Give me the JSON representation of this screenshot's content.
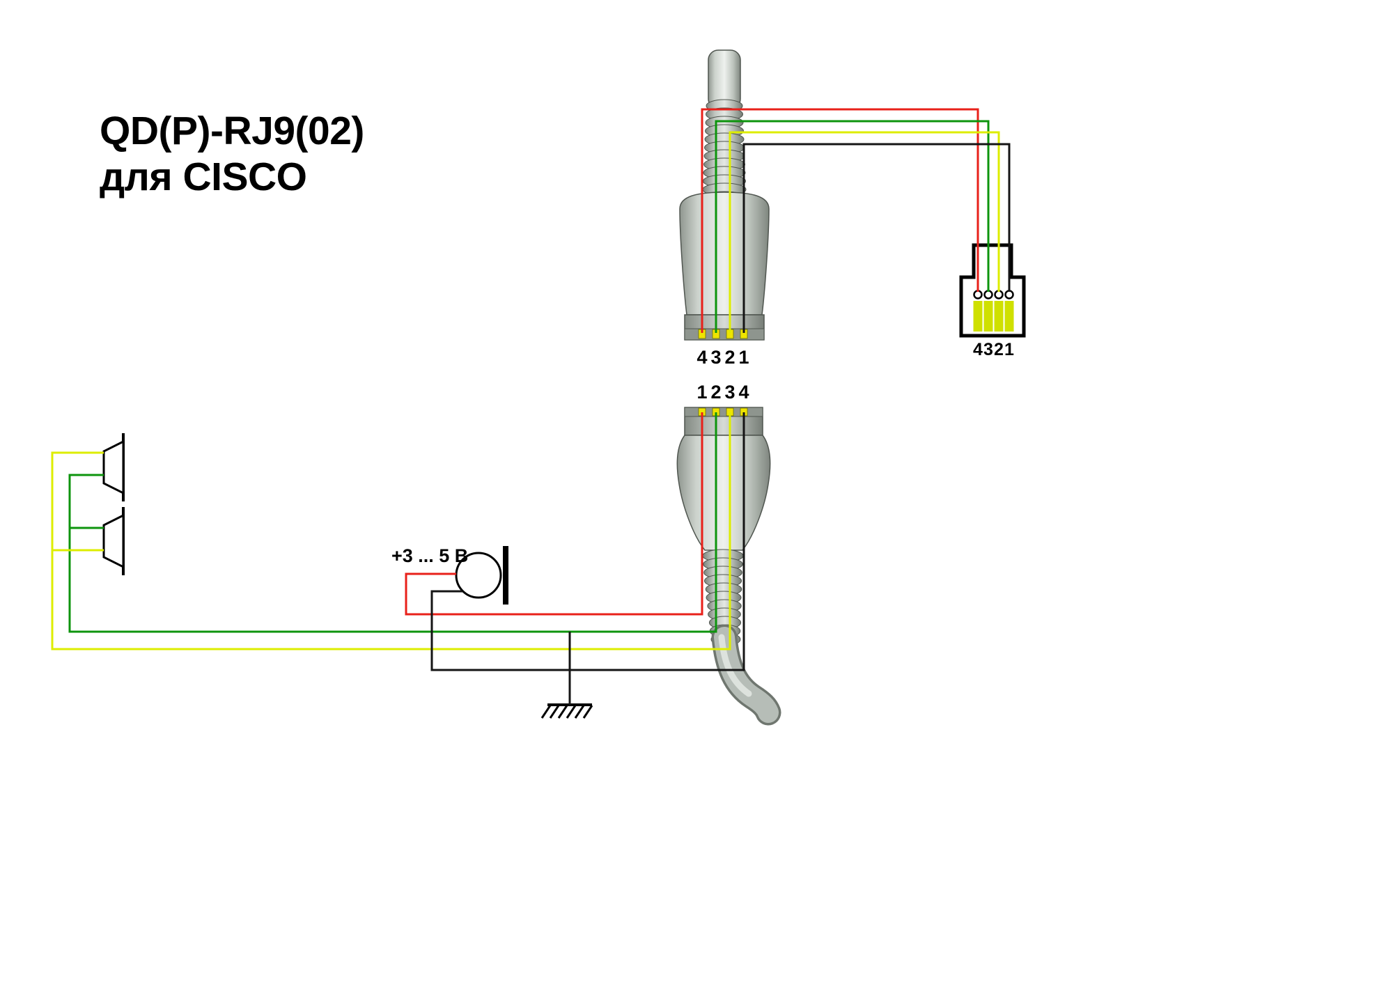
{
  "title": {
    "line1": "QD(P)-RJ9(02)",
    "line2": "для CISCO"
  },
  "labels": {
    "mic_voltage": "+3 ... 5 В"
  },
  "connectors": {
    "qd_top": {
      "pin_labels": [
        "4",
        "3",
        "2",
        "1"
      ]
    },
    "qd_bottom": {
      "pin_labels": [
        "1",
        "2",
        "3",
        "4"
      ]
    },
    "rj9": {
      "pin_labels": [
        "4",
        "3",
        "2",
        "1"
      ]
    }
  },
  "wires": {
    "red": "#e8201a",
    "green": "#0d940d",
    "yellow": "#dded00",
    "black": "#151515"
  }
}
